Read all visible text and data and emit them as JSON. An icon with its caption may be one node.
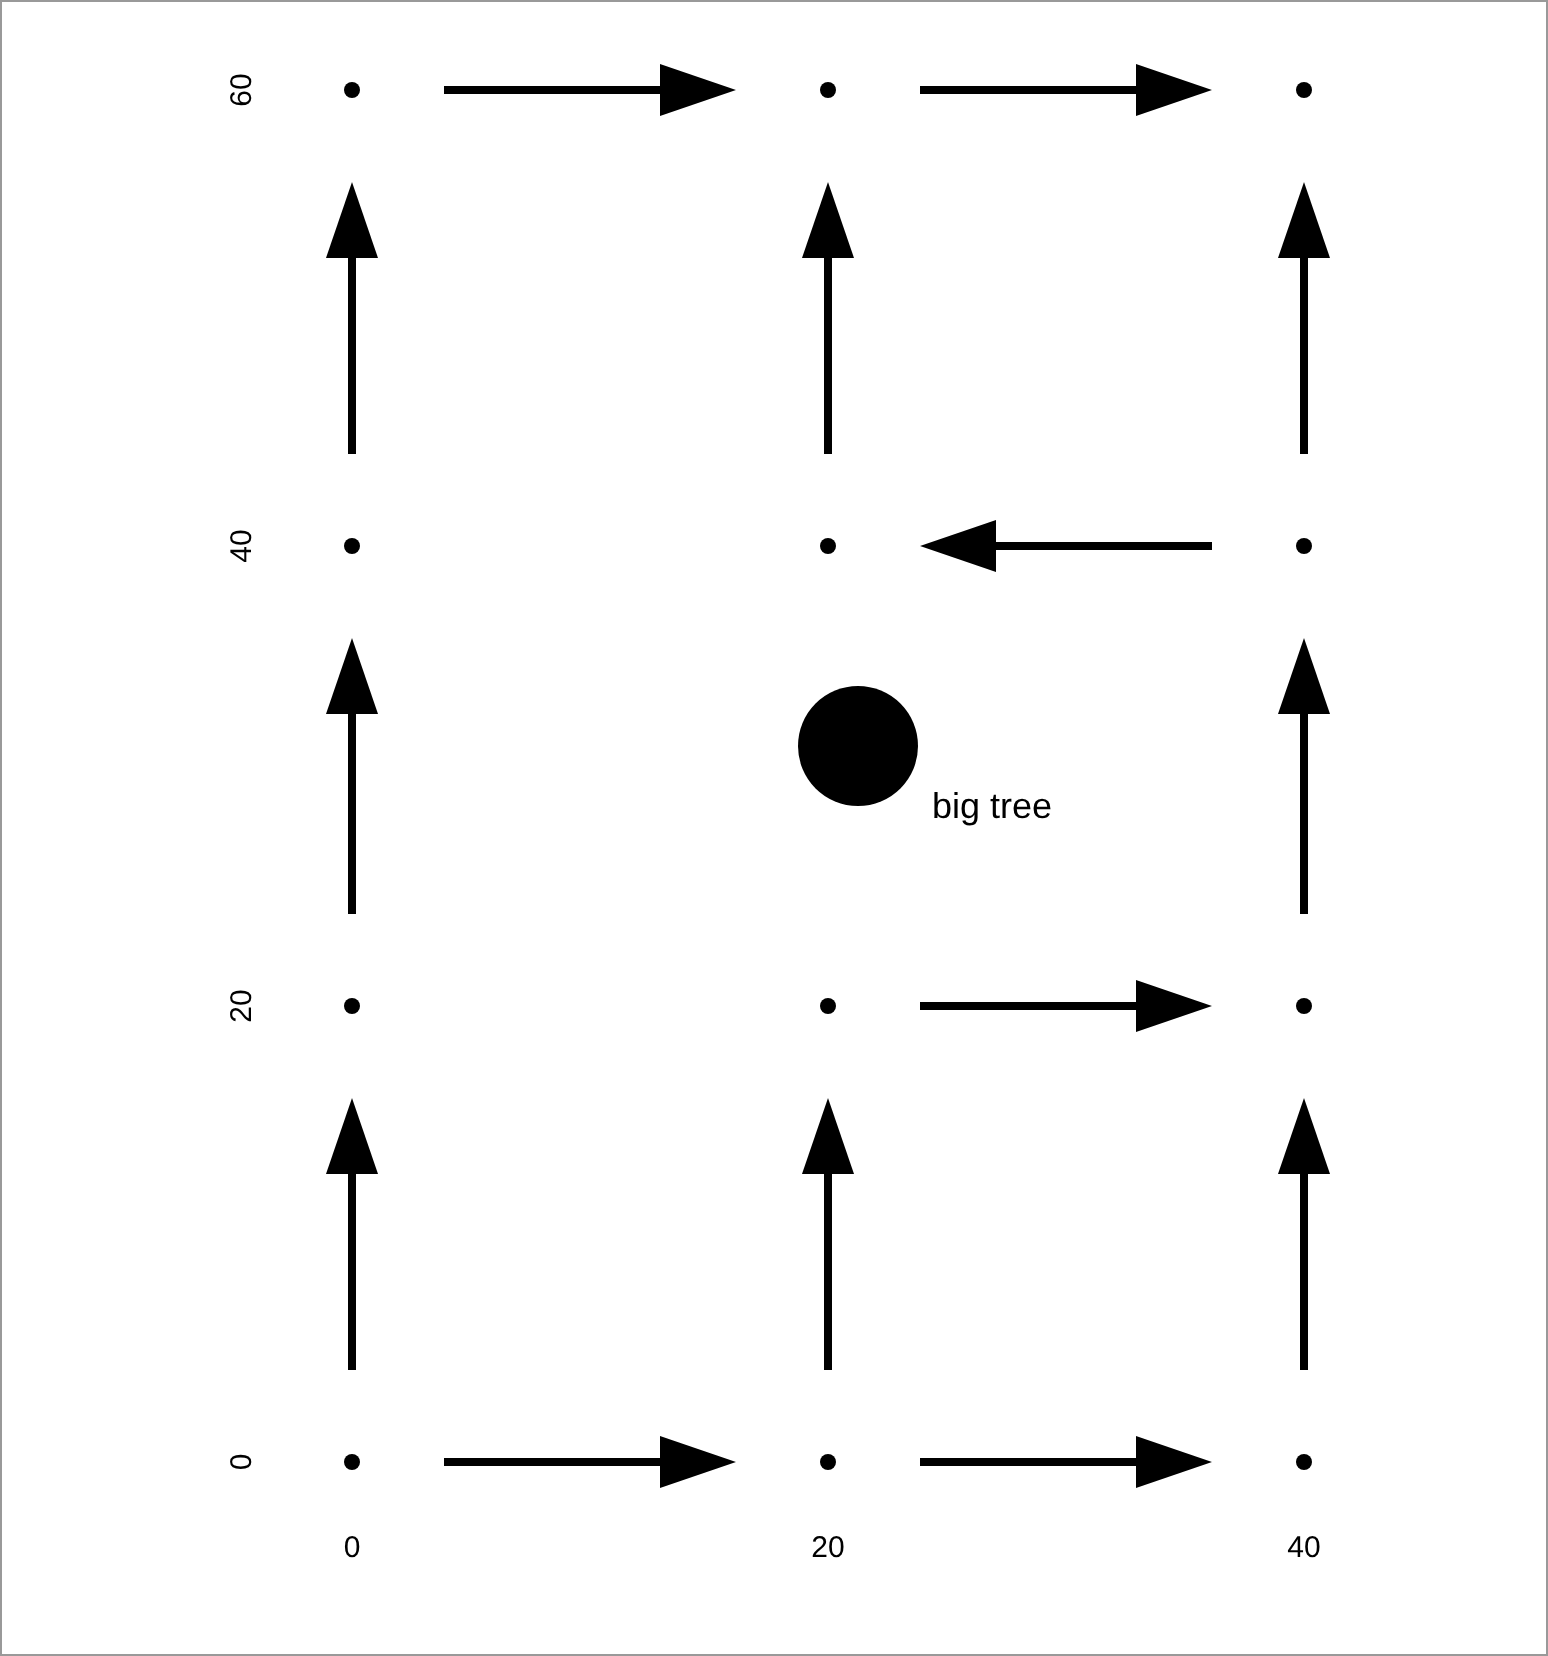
{
  "diagram": {
    "nodes": [
      {
        "text": [],
        "shape": "circle"
      },
      {
        "text": [],
        "shape": "circle"
      },
      {
        "text": [],
        "shape": "circle"
      },
      {
        "text": [],
        "shape": "circle"
      },
      {
        "text": [],
        "shape": "circle"
      },
      {
        "text": [],
        "shape": "circle"
      },
      {
        "text": [],
        "shape": "circle",
        "beside": [
          "big tree"
        ]
      },
      {
        "text": [],
        "shape": "circle"
      },
      {
        "text": [],
        "shape": "circle"
      },
      {
        "text": [],
        "shape": "circle"
      },
      {
        "text": [],
        "shape": "circle"
      },
      {
        "text": [],
        "shape": "circle"
      },
      {
        "text": [],
        "shape": "circle"
      }
    ],
    "edges": [
      {
        "from": 0,
        "to": 1,
        "arrow": "to"
      },
      {
        "from": 1,
        "to": 2,
        "arrow": "to"
      },
      {
        "from": 3,
        "to": 0,
        "arrow": "to"
      },
      {
        "from": 4,
        "to": 1,
        "arrow": "to"
      },
      {
        "from": 5,
        "to": 2,
        "arrow": "to"
      },
      {
        "from": 5,
        "to": 4,
        "arrow": "to"
      },
      {
        "from": 7,
        "to": 3,
        "arrow": "to"
      },
      {
        "from": 9,
        "to": 5,
        "arrow": "to"
      },
      {
        "from": 8,
        "to": 9,
        "arrow": "to"
      },
      {
        "from": 10,
        "to": 7,
        "arrow": "to"
      },
      {
        "from": 11,
        "to": 8,
        "arrow": "to"
      },
      {
        "from": 12,
        "to": 9,
        "arrow": "to"
      },
      {
        "from": 10,
        "to": 11,
        "arrow": "to"
      },
      {
        "from": 11,
        "to": 12,
        "arrow": "to"
      }
    ],
    "labels": [
      "60",
      "40",
      "20",
      "0",
      "0",
      "20",
      "40"
    ]
  }
}
